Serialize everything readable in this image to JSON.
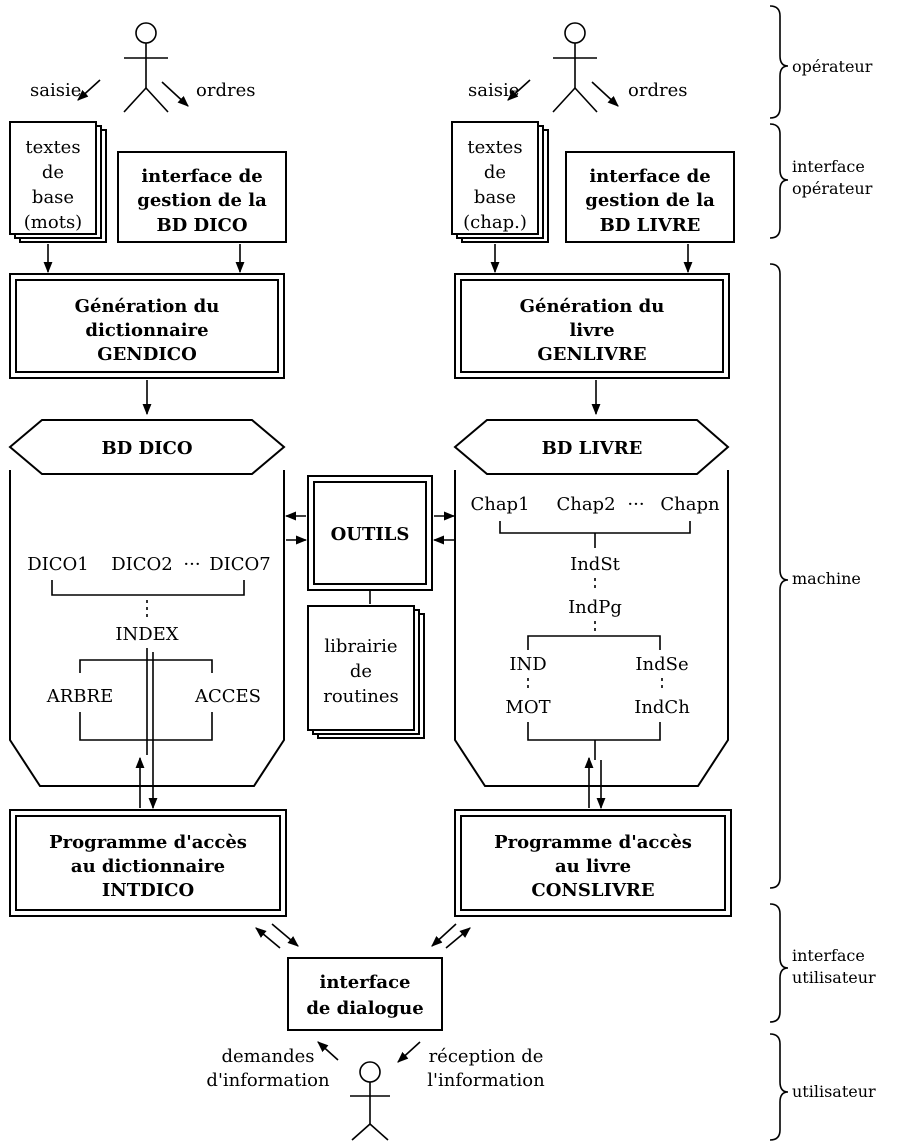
{
  "operator_side": {
    "saisie": "saisie",
    "ordres": "ordres"
  },
  "left": {
    "base_texts": [
      "textes",
      "de",
      "base",
      "(mots)"
    ],
    "interface": [
      "interface de",
      "gestion de la",
      "BD DICO"
    ],
    "generation": [
      "Génération du",
      "dictionnaire",
      "GENDICO"
    ],
    "db_title": "BD DICO",
    "db_items": [
      "DICO1",
      "DICO2",
      "···",
      "DICO7"
    ],
    "index": "INDEX",
    "arbre": "ARBRE",
    "acces": "ACCES",
    "program": [
      "Programme d'accès",
      "au dictionnaire",
      "INTDICO"
    ]
  },
  "right": {
    "base_texts": [
      "textes",
      "de",
      "base",
      "(chap.)"
    ],
    "interface": [
      "interface de",
      "gestion de la",
      "BD LIVRE"
    ],
    "generation": [
      "Génération du",
      "livre",
      "GENLIVRE"
    ],
    "db_title": "BD LIVRE",
    "db_items": [
      "Chap1",
      "Chap2",
      "···",
      "Chapn"
    ],
    "indst": "IndSt",
    "indpg": "IndPg",
    "ind": "IND",
    "indse": "IndSe",
    "mot": "MOT",
    "indch": "IndCh",
    "program": [
      "Programme d'accès",
      "au livre",
      "CONSLIVRE"
    ]
  },
  "center": {
    "outils": "OUTILS",
    "library": [
      "librairie",
      "de",
      "routines"
    ]
  },
  "dialogue": {
    "interface": [
      "interface",
      "de dialogue"
    ],
    "demandes": [
      "demandes",
      "d'information"
    ],
    "reception": [
      "réception de",
      "l'information"
    ]
  },
  "layers": {
    "operateur": [
      "opérateur"
    ],
    "interface_operateur": [
      "interface",
      "opérateur"
    ],
    "machine": [
      "machine"
    ],
    "interface_utilisateur": [
      "interface",
      "utilisateur"
    ],
    "utilisateur": [
      "utilisateur"
    ]
  }
}
